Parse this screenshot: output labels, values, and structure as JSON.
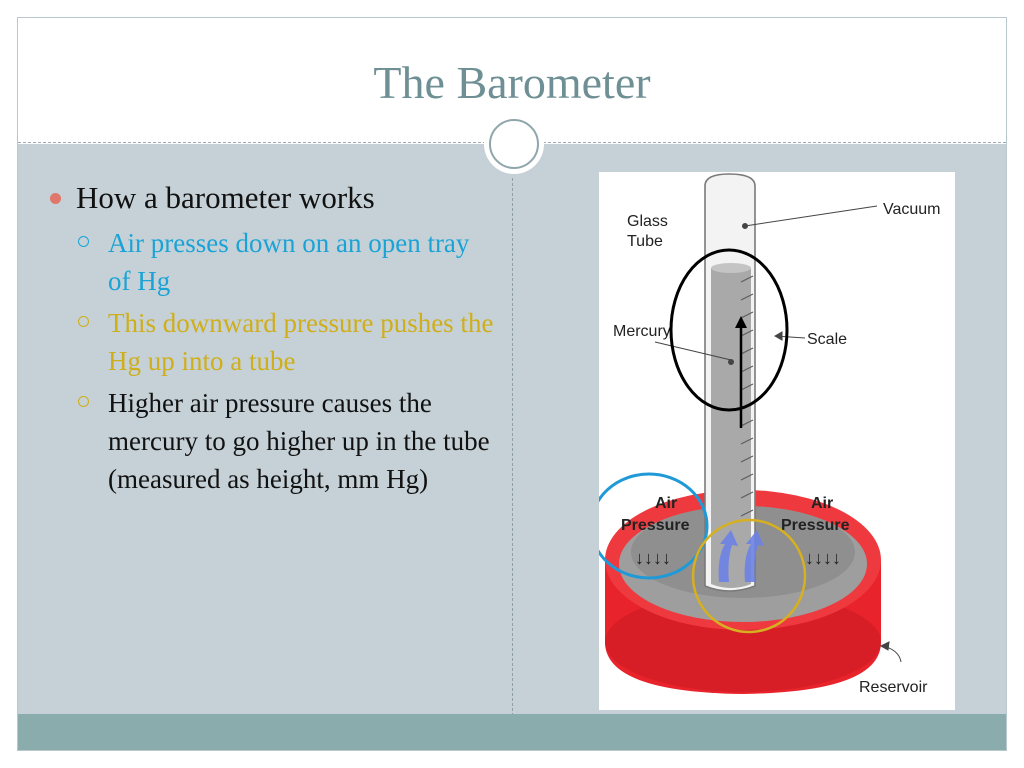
{
  "slide": {
    "title": "The Barometer",
    "bullet": "How a barometer works",
    "subbullets": [
      {
        "text": "Air presses down on an open tray of Hg",
        "color": "#1aa3d6"
      },
      {
        "text": "This downward pressure pushes the Hg up into a tube",
        "color": "#cfae1a"
      },
      {
        "text": "Higher air pressure causes the mercury to go higher up in the tube (measured as height, mm Hg)",
        "color": "#111111"
      }
    ]
  },
  "diagram": {
    "labels": {
      "vacuum": "Vacuum",
      "glass_1": "Glass",
      "glass_2": "Tube",
      "mercury": "Mercury",
      "scale": "Scale",
      "air": "Air",
      "pressure": "Pressure",
      "reservoir": "Reservoir"
    },
    "colors": {
      "reservoir": "#e8232b",
      "mercury": "#a9a9a9",
      "annotation_black": "#000000",
      "annotation_blue": "#1f9ad6",
      "annotation_gold": "#d6b020"
    }
  }
}
